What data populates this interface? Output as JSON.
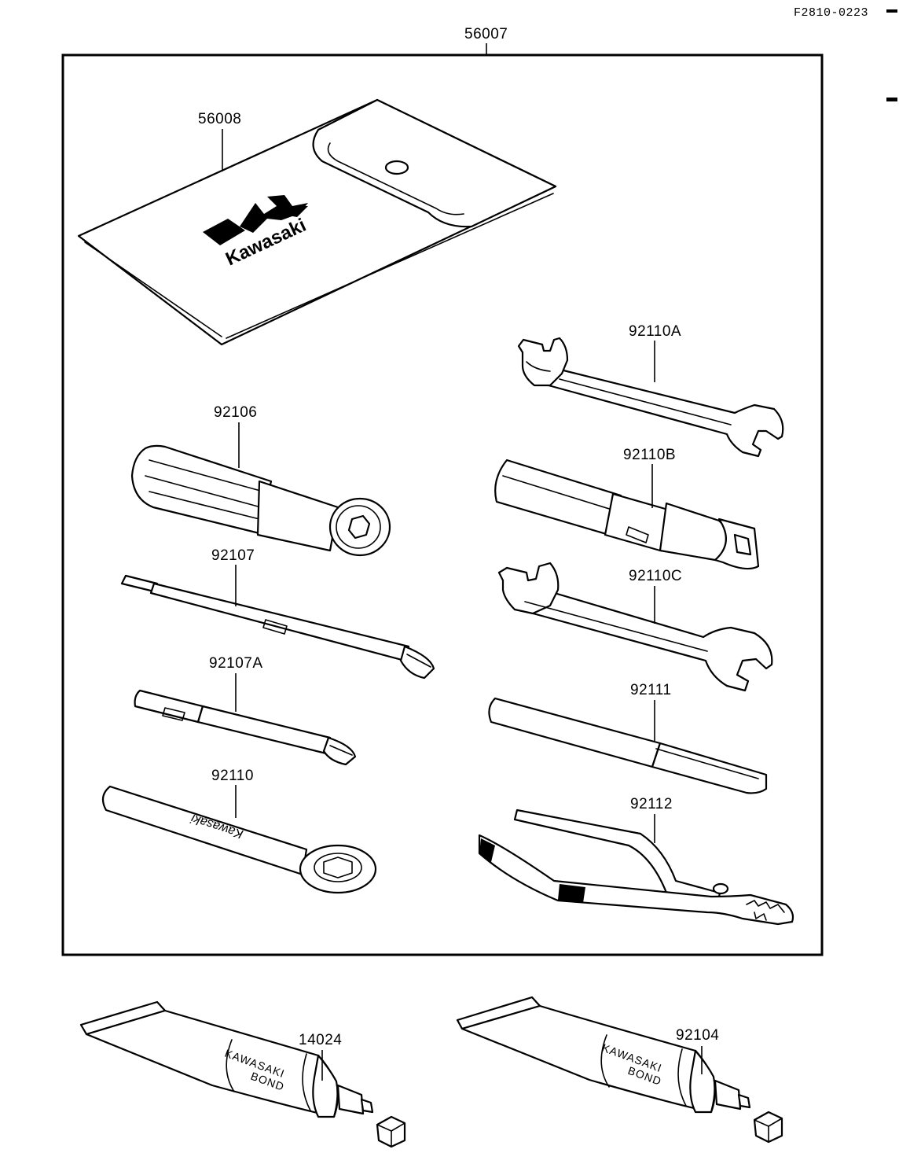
{
  "reference_code": "F2810-0223",
  "kit_label": "56007",
  "parts": {
    "bag": "56008",
    "wrench_a": "92110A",
    "screwdriver_handle": "92106",
    "spark_plug_wrench": "92110B",
    "screwdriver_bit": "92107",
    "wrench_c": "92110C",
    "screwdriver_bit_a": "92107A",
    "extension_bar": "92111",
    "ring_wrench": "92110",
    "pliers": "92112",
    "bond_tube_1": "14024",
    "bond_tube_2": "92104"
  },
  "printed_marks": {
    "bag_logo": "Kawasaki",
    "ring_wrench_logo": "Kawasaki",
    "tube_text_line1": "KAWASAKI",
    "tube_text_line2": "BOND"
  }
}
